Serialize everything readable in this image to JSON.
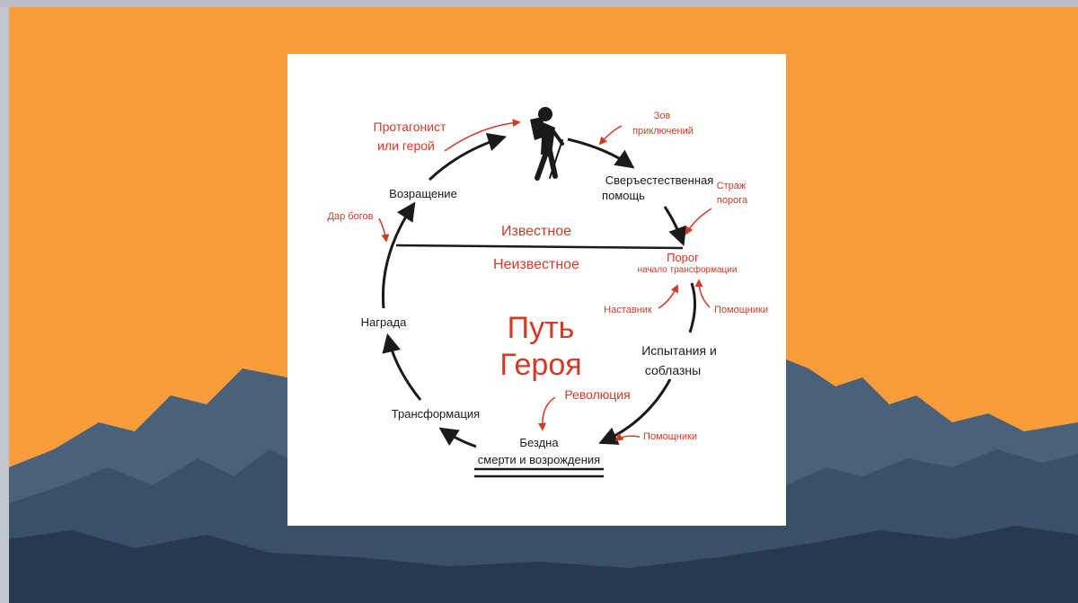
{
  "colors": {
    "background_orange": "#f99d3a",
    "mountain_dark": "#27394e",
    "mountain_mid": "#3a5068",
    "accent_red": "#d23a26",
    "text_dark": "#1a1a1a",
    "card": "#ffffff"
  },
  "diagram": {
    "title_line1": "Путь",
    "title_line2": "Героя",
    "known": "Известное",
    "unknown": "Неизвестное",
    "stages": {
      "supernatural_line1": "Сверъестественная",
      "supernatural_line2": "помощь",
      "threshold": "Порог",
      "threshold_sub": "начало трансформации",
      "trials_line1": "Испытания и",
      "trials_line2": "соблазны",
      "abyss_line1": "Бездна",
      "abyss_line2": "смерти и возрождения",
      "transformation": "Трансформация",
      "reward": "Награда",
      "return": "Возращение"
    },
    "annotations": {
      "protagonist_line1": "Протагонист",
      "protagonist_line2": "или герой",
      "call_line1": "Зов",
      "call_line2": "приключений",
      "guardian_line1": "Страж",
      "guardian_line2": "порога",
      "mentor": "Наставник",
      "helpers_top": "Помощники",
      "helpers_bottom": "Помощники",
      "revolution": "Революция",
      "gift": "Дар богов"
    },
    "icons": {
      "hero": "hiker-icon"
    }
  }
}
